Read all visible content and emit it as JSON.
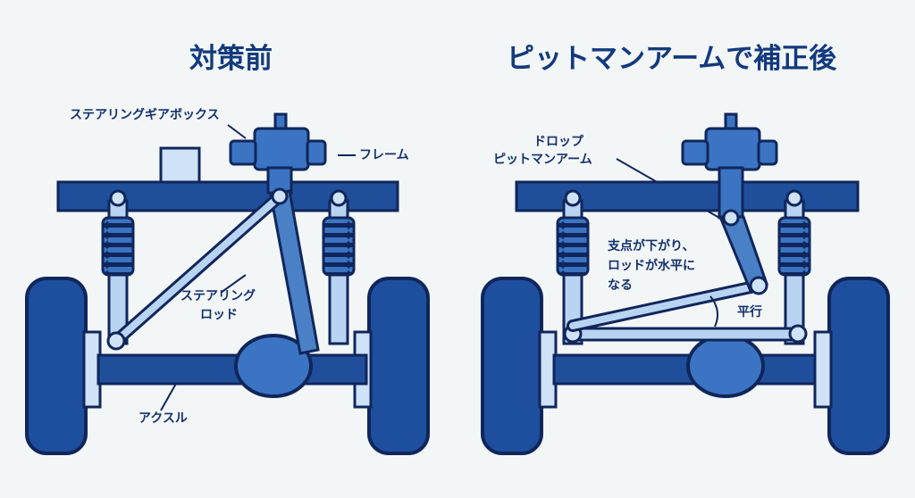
{
  "before": {
    "title": "対策前",
    "labels": {
      "gearbox": "ステアリングギアボックス",
      "frame": "フレーム",
      "rod_line1": "ステアリング",
      "rod_line2": "ロッド",
      "axle": "アクスル"
    }
  },
  "after": {
    "title": "ピットマンアームで補正後",
    "labels": {
      "drop_line1": "ドロップ",
      "drop_line2": "ピットマンアーム",
      "note_line1": "支点が下がり、",
      "note_line2": "ロッドが水平に",
      "note_line3": "なる",
      "parallel": "平行"
    }
  },
  "colors": {
    "outline": "#10265b",
    "frame": "#1f4f9b",
    "wheel": "#1d4f9e",
    "wheel_inner": "#2c5fae",
    "rod": "#b9d4f2",
    "link": "#4a80c6",
    "text": "#15306b"
  },
  "icons": [
    "steering-gearbox-icon",
    "coil-spring-icon",
    "wheel-icon",
    "differential-icon"
  ]
}
